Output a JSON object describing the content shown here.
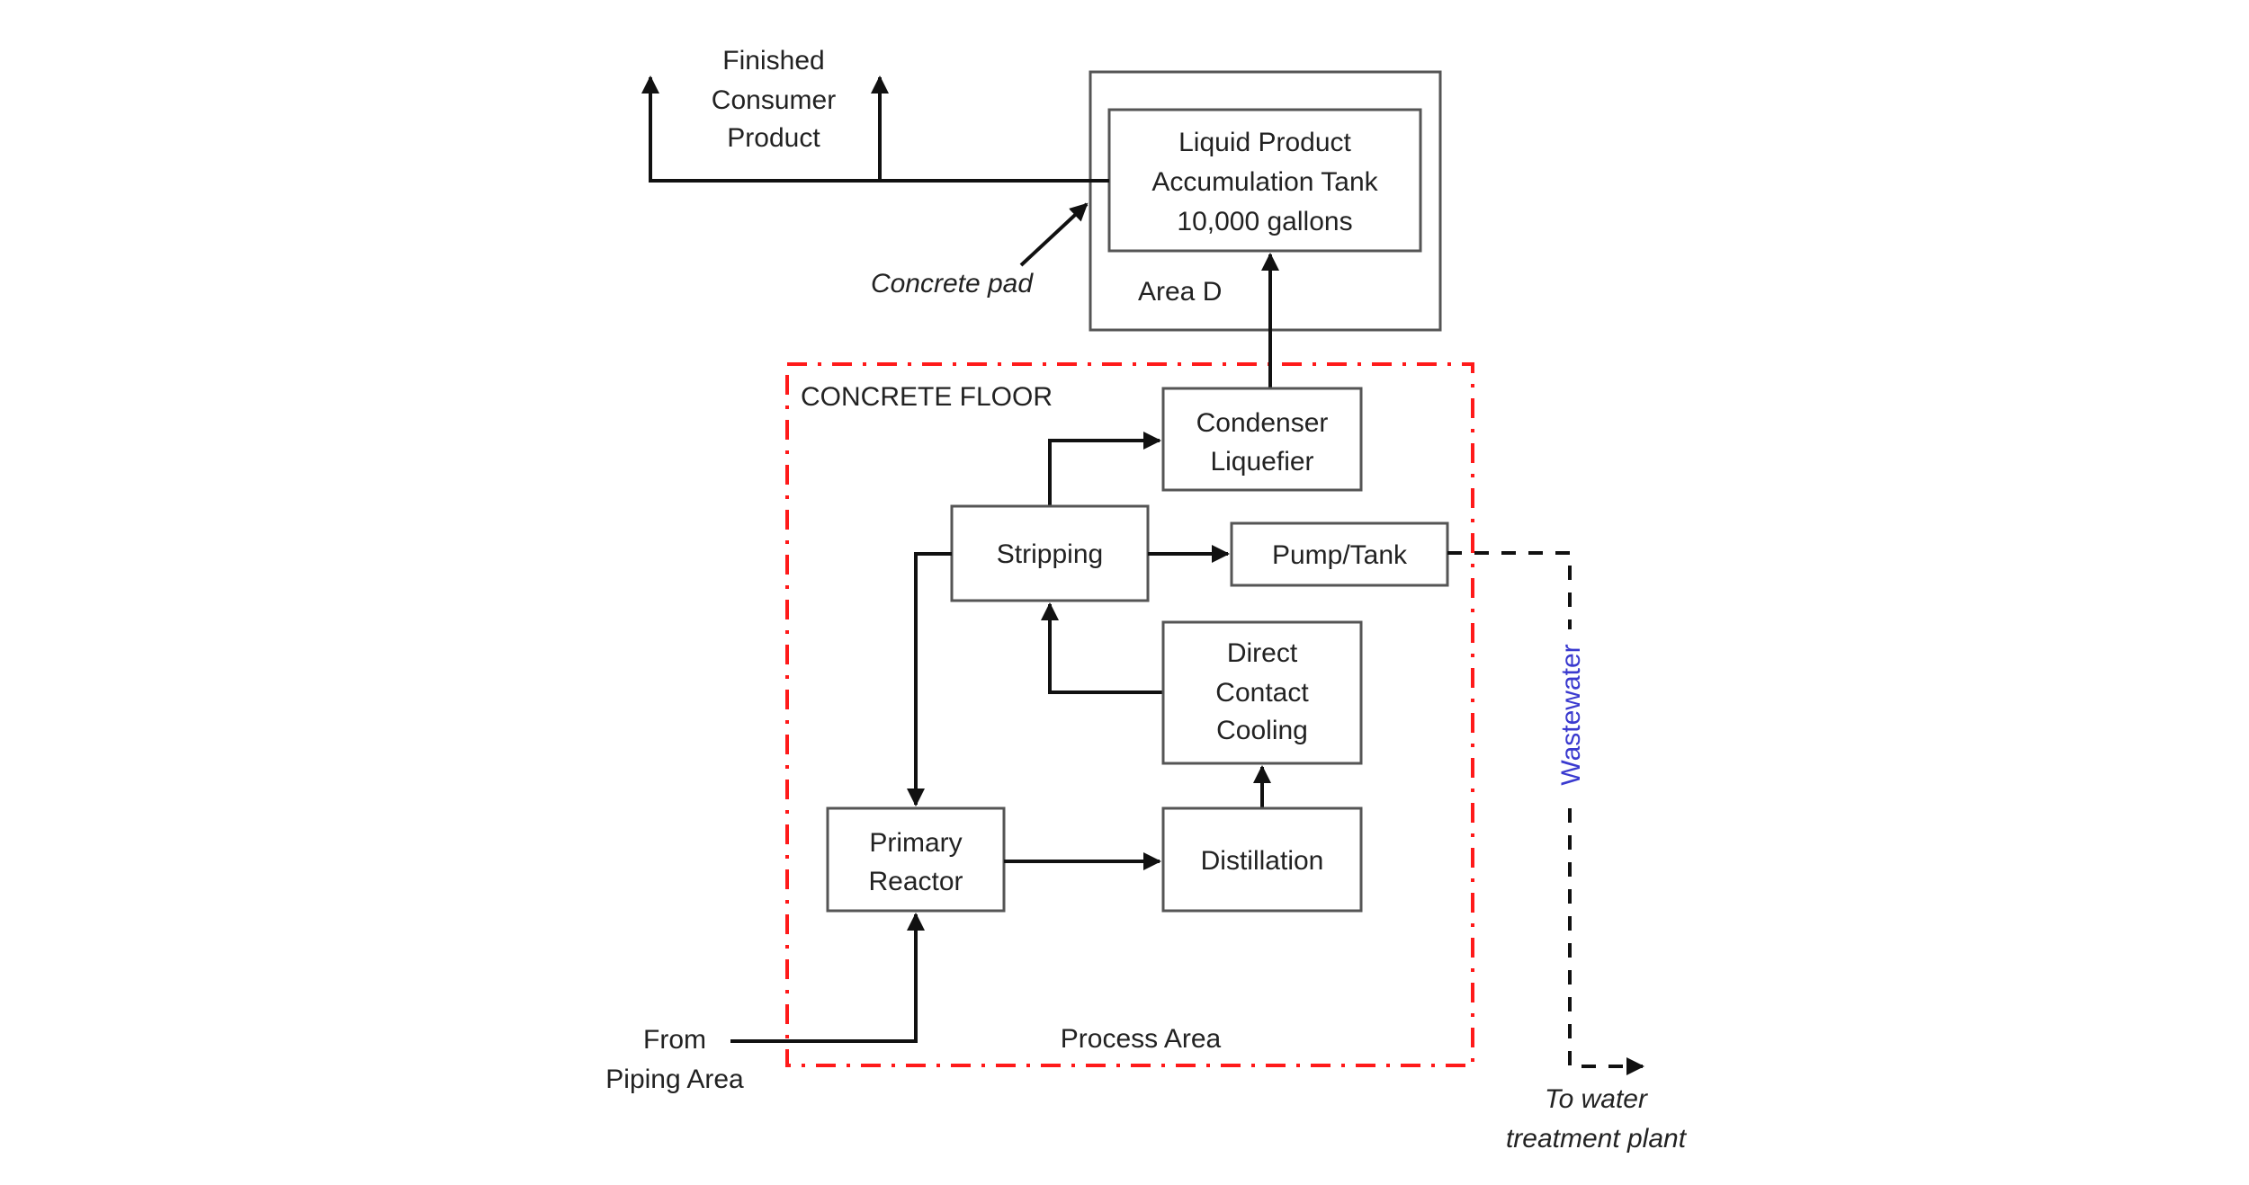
{
  "diagram": {
    "outputs": {
      "finished_product": [
        "Finished",
        "Consumer",
        "Product"
      ],
      "concrete_pad": "Concrete pad"
    },
    "area_d": {
      "label": "Area D",
      "tank": [
        "Liquid Product",
        "Accumulation Tank",
        "10,000 gallons"
      ]
    },
    "process_area": {
      "floor_label": "CONCRETE FLOOR",
      "area_label": "Process Area",
      "border_color": "#ff1a1a"
    },
    "units": {
      "condenser": [
        "Condenser",
        "Liquefier"
      ],
      "stripping": "Stripping",
      "pump_tank": "Pump/Tank",
      "cooling": [
        "Direct",
        "Contact",
        "Cooling"
      ],
      "reactor": [
        "Primary",
        "Reactor"
      ],
      "distillation": "Distillation"
    },
    "inputs": {
      "from_piping": [
        "From",
        "Piping Area"
      ]
    },
    "wastewater": {
      "label": "Wastewater",
      "label_color": "#3a3acf",
      "destination": [
        "To water",
        "treatment plant"
      ]
    },
    "flows": [
      {
        "from": "From Piping Area",
        "to": "Primary Reactor"
      },
      {
        "from": "Primary Reactor",
        "to": "Distillation"
      },
      {
        "from": "Distillation",
        "to": "Direct Contact Cooling"
      },
      {
        "from": "Direct Contact Cooling",
        "to": "Stripping"
      },
      {
        "from": "Stripping",
        "to": "Primary Reactor"
      },
      {
        "from": "Stripping",
        "to": "Condenser Liquefier"
      },
      {
        "from": "Stripping",
        "to": "Pump/Tank"
      },
      {
        "from": "Condenser Liquefier",
        "to": "Liquid Product Accumulation Tank"
      },
      {
        "from": "Liquid Product Accumulation Tank",
        "to": "Finished Consumer Product"
      },
      {
        "from": "Pump/Tank",
        "to": "To water treatment plant",
        "style": "dashed"
      }
    ]
  }
}
